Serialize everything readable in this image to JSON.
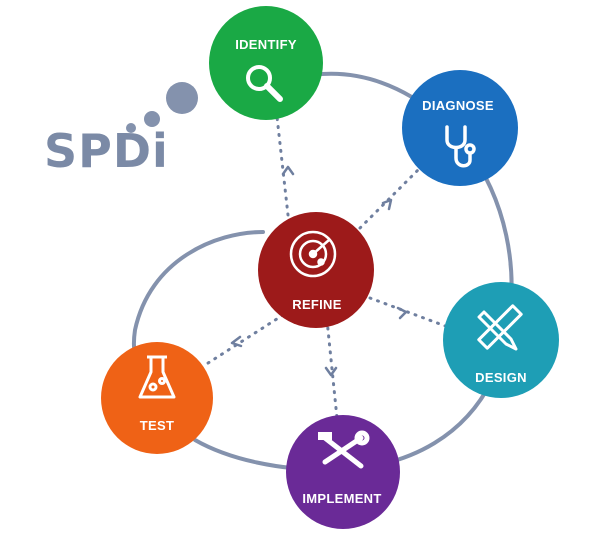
{
  "logo": {
    "text": "SPDi"
  },
  "nodes": {
    "identify": {
      "label": "IDENTIFY",
      "color": "#1aa945",
      "icon": "magnifier-icon"
    },
    "diagnose": {
      "label": "DIAGNOSE",
      "color": "#1b6fc0",
      "icon": "stethoscope-icon"
    },
    "design": {
      "label": "DESIGN",
      "color": "#1e9eb5",
      "icon": "pencil-ruler-icon"
    },
    "implement": {
      "label": "IMPLEMENT",
      "color": "#6a2a97",
      "icon": "tools-icon"
    },
    "test": {
      "label": "TEST",
      "color": "#ef6216",
      "icon": "flask-icon"
    },
    "refine": {
      "label": "REFINE",
      "color": "#9d1a1a",
      "icon": "radar-icon"
    }
  },
  "colors": {
    "ring": "#8492ad",
    "dots": "#8492ad",
    "arrows": "#6f7f9f"
  }
}
